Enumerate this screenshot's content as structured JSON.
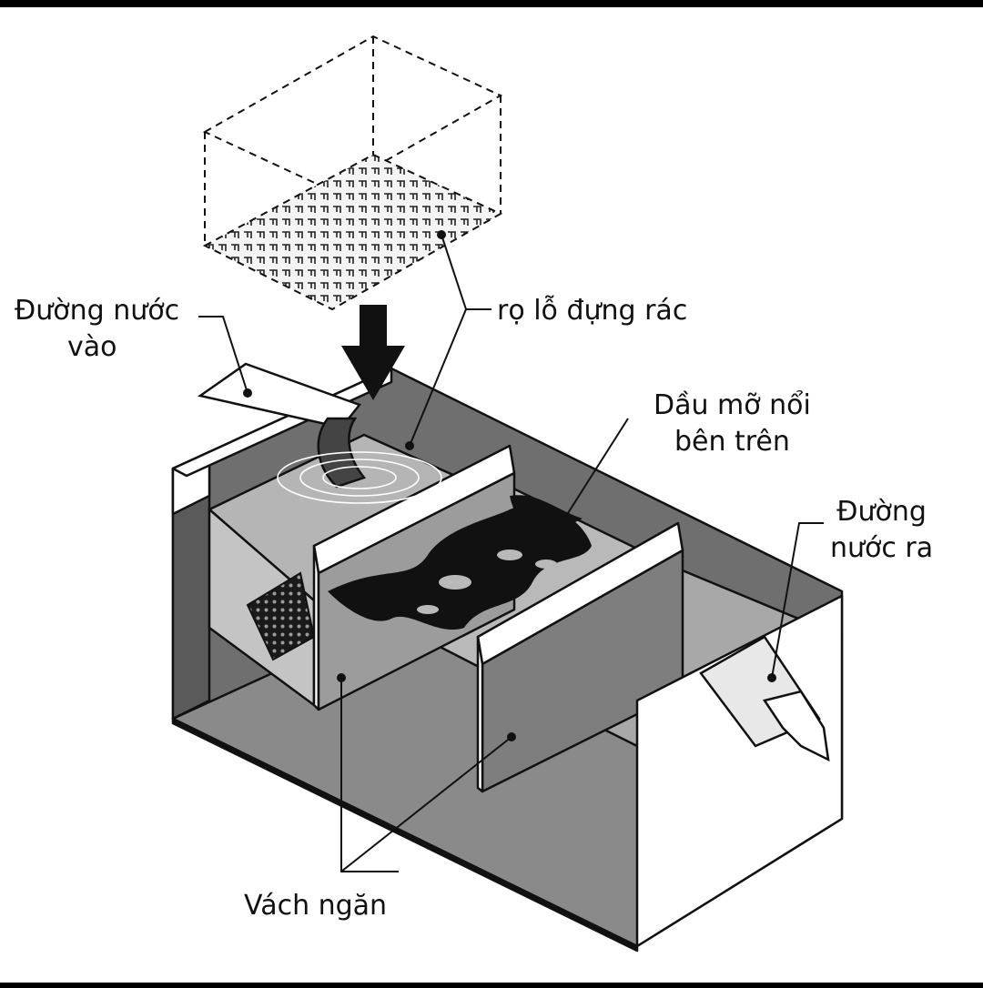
{
  "labels": {
    "inlet_line1": "Đường nước",
    "inlet_line2": "vào",
    "basket": "rọ lỗ đựng rác",
    "grease_line1": "Dầu mỡ nổi",
    "grease_line2": "bên trên",
    "outlet_line1": "Đường",
    "outlet_line2": "nước ra",
    "baffle": "Vách ngăn"
  },
  "colors": {
    "background": "#ffffff",
    "frame": "#000000",
    "wall_dark": "#707070",
    "floor": "#8a8a8a",
    "water": "#b9b9b9",
    "grease": "#111111",
    "outline": "#111111"
  }
}
